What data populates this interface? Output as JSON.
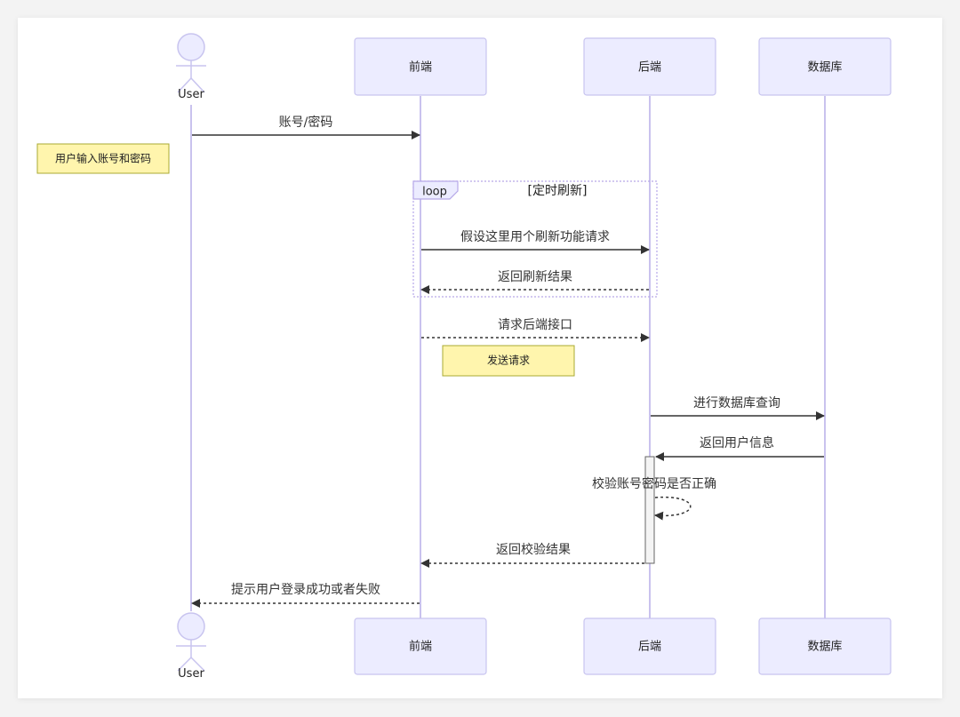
{
  "participants": {
    "user": "User",
    "frontend": "前端",
    "backend": "后端",
    "database": "数据库"
  },
  "messages": {
    "m1": "账号/密码",
    "m2": "假设这里用个刷新功能请求",
    "m3": "返回刷新结果",
    "m4": "请求后端接口",
    "m5": "进行数据库查询",
    "m6": "返回用户信息",
    "m7": "校验账号密码是否正确",
    "m8": "返回校验结果",
    "m9": "提示用户登录成功或者失败"
  },
  "notes": {
    "n1": "用户输入账号和密码",
    "n2": "发送请求"
  },
  "loop": {
    "keyword": "loop",
    "condition": "[定时刷新]"
  },
  "colors": {
    "participant_fill": "#ececff",
    "participant_stroke": "#c8c4ef",
    "lifeline": "#c9c2ee",
    "note_fill": "#fff5ad",
    "note_stroke": "#aaaa33",
    "arrow": "#333333",
    "loop_stroke": "#b6a8e8"
  }
}
